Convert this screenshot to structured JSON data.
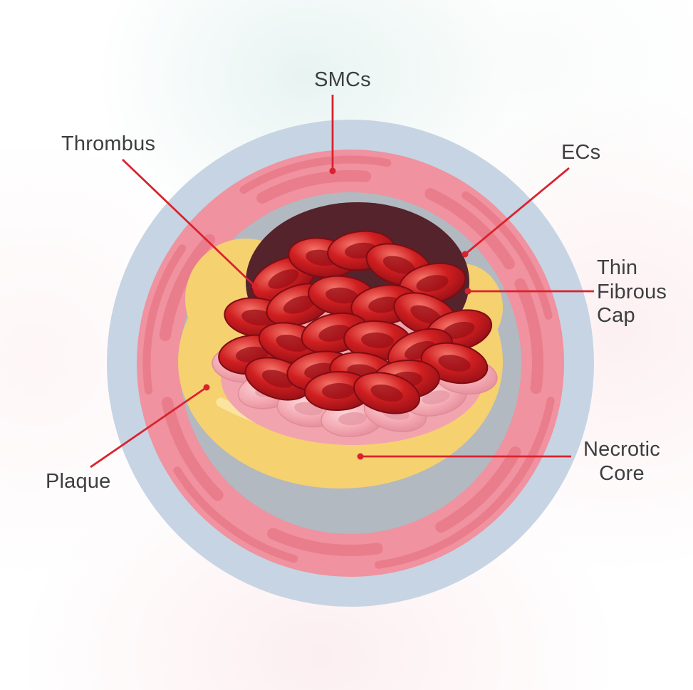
{
  "diagram": {
    "labels": {
      "smcs": "SMCs",
      "thrombus": "Thrombus",
      "ecs": "ECs",
      "thin_fibrous_cap": "Thin Fibrous Cap",
      "necrotic_core": "Necrotic Core",
      "plaque": "Plaque"
    },
    "colors": {
      "leader_line": "#d8232e",
      "label_text": "#3d3e40",
      "outer_ring_blue": "#c7d4e3",
      "media_pink": "#f0929f",
      "media_streak_pink": "#e87987",
      "intima_gray": "#b2b9c0",
      "plaque_yellow": "#f6d170",
      "plaque_highlight": "#fce7a8",
      "necrotic_maroon": "#54232c",
      "rbc_red": "#d01f21",
      "smc_cell_pink": "#f2a4ae"
    }
  }
}
